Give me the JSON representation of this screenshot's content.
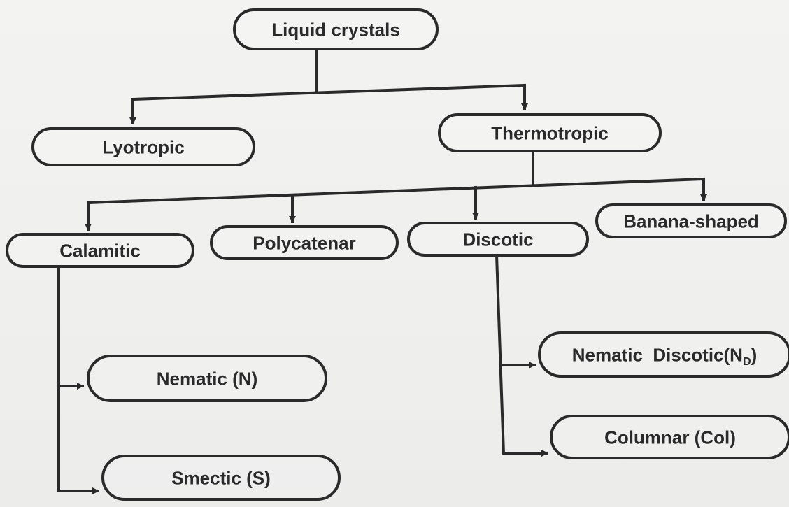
{
  "diagram": {
    "nodes": [
      {
        "id": "liquid-crystals",
        "label": "Liquid crystals"
      },
      {
        "id": "lyotropic",
        "label": "Lyotropic"
      },
      {
        "id": "thermotropic",
        "label": "Thermotropic"
      },
      {
        "id": "calamitic",
        "label": "Calamitic"
      },
      {
        "id": "polycatenar",
        "label": "Polycatenar"
      },
      {
        "id": "discotic",
        "label": "Discotic"
      },
      {
        "id": "banana-shaped",
        "label": "Banana-shaped"
      },
      {
        "id": "nematic",
        "label": "Nematic (N)"
      },
      {
        "id": "smectic",
        "label": "Smectic (S)"
      },
      {
        "id": "nematic-discotic",
        "label": "Nematic  Discotic(N",
        "subscript": "D",
        "suffix": ")"
      },
      {
        "id": "columnar",
        "label": "Columnar (Col)"
      }
    ],
    "edges": [
      {
        "from": "liquid-crystals",
        "to": "lyotropic"
      },
      {
        "from": "liquid-crystals",
        "to": "thermotropic"
      },
      {
        "from": "thermotropic",
        "to": "calamitic"
      },
      {
        "from": "thermotropic",
        "to": "polycatenar"
      },
      {
        "from": "thermotropic",
        "to": "discotic"
      },
      {
        "from": "thermotropic",
        "to": "banana-shaped"
      },
      {
        "from": "calamitic",
        "to": "nematic"
      },
      {
        "from": "calamitic",
        "to": "smectic"
      },
      {
        "from": "discotic",
        "to": "nematic-discotic"
      },
      {
        "from": "discotic",
        "to": "columnar"
      }
    ]
  }
}
